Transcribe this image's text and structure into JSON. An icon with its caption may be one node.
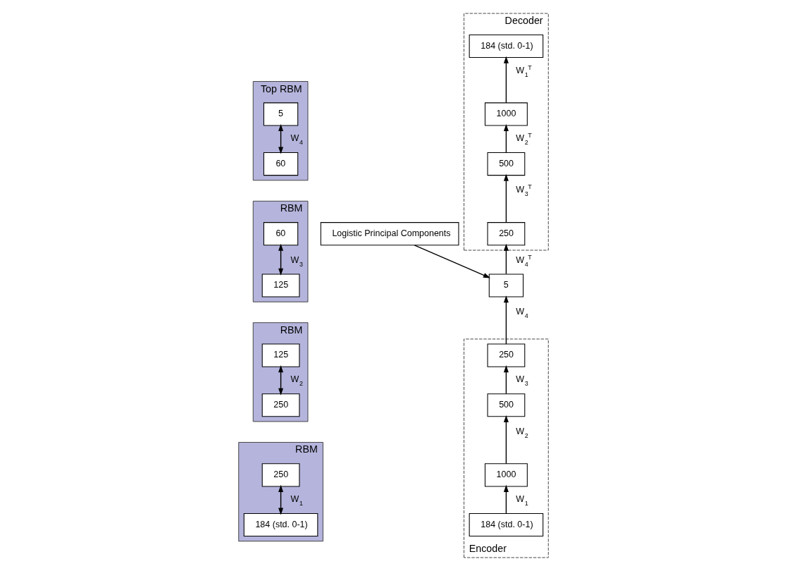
{
  "diagram": {
    "nodes": [
      {
        "text": [
          "Top RBM"
        ]
      },
      {
        "text": [
          "5"
        ],
        "in": 0
      },
      {
        "text": [
          "60"
        ],
        "in": 0
      },
      {
        "text": [
          "RBM"
        ]
      },
      {
        "text": [
          "60"
        ],
        "in": 3
      },
      {
        "text": [
          "125"
        ],
        "in": 3
      },
      {
        "text": [
          "RBM"
        ]
      },
      {
        "text": [
          "125"
        ],
        "in": 6
      },
      {
        "text": [
          "250"
        ],
        "in": 6
      },
      {
        "text": [
          "RBM"
        ]
      },
      {
        "text": [
          "250"
        ],
        "in": 9
      },
      {
        "text": [
          "184 (std. 0-1)"
        ],
        "in": 9
      },
      {
        "text": [
          "Logistic Principal Components"
        ]
      },
      {
        "text": [
          "Decoder"
        ]
      },
      {
        "text": [
          "184 (std. 0-1)"
        ],
        "in": 13
      },
      {
        "text": [
          "1000"
        ],
        "in": 13
      },
      {
        "text": [
          "500"
        ],
        "in": 13
      },
      {
        "text": [
          "250"
        ],
        "in": 13
      },
      {
        "text": [
          "5"
        ]
      },
      {
        "text": [
          "Encoder"
        ]
      },
      {
        "text": [
          "250"
        ],
        "in": 19
      },
      {
        "text": [
          "500"
        ],
        "in": 19
      },
      {
        "text": [
          "1000"
        ],
        "in": 19
      },
      {
        "text": [
          "184 (std. 0-1)"
        ],
        "in": 19
      }
    ],
    "edges": [
      {
        "from": 2,
        "to": 1,
        "arrow": "both",
        "label": "W$_{4}$"
      },
      {
        "from": 5,
        "to": 4,
        "arrow": "both",
        "label": "W$_{3}$"
      },
      {
        "from": 8,
        "to": 7,
        "arrow": "both",
        "label": "W$_{2}$"
      },
      {
        "from": 11,
        "to": 10,
        "arrow": "both",
        "label": "W$_{1}$"
      },
      {
        "from": 12,
        "to": 18,
        "arrow": "to"
      },
      {
        "from": 18,
        "to": 17,
        "arrow": "to",
        "label": "W$_{4}$$^{T}$"
      },
      {
        "from": 17,
        "to": 16,
        "arrow": "to",
        "label": "W$_{3}$$^{T}$"
      },
      {
        "from": 16,
        "to": 15,
        "arrow": "to",
        "label": "W$_{2}$$^{T}$"
      },
      {
        "from": 15,
        "to": 14,
        "arrow": "to",
        "label": "W$_{1}$$^{T}$"
      },
      {
        "from": 20,
        "to": 18,
        "arrow": "to",
        "label": "W$_{4}$"
      },
      {
        "from": 21,
        "to": 20,
        "arrow": "to",
        "label": "W$_{3}$"
      },
      {
        "from": 22,
        "to": 21,
        "arrow": "to",
        "label": "W$_{2}$"
      },
      {
        "from": 23,
        "to": 22,
        "arrow": "to",
        "label": "W$_{1}$"
      }
    ]
  }
}
